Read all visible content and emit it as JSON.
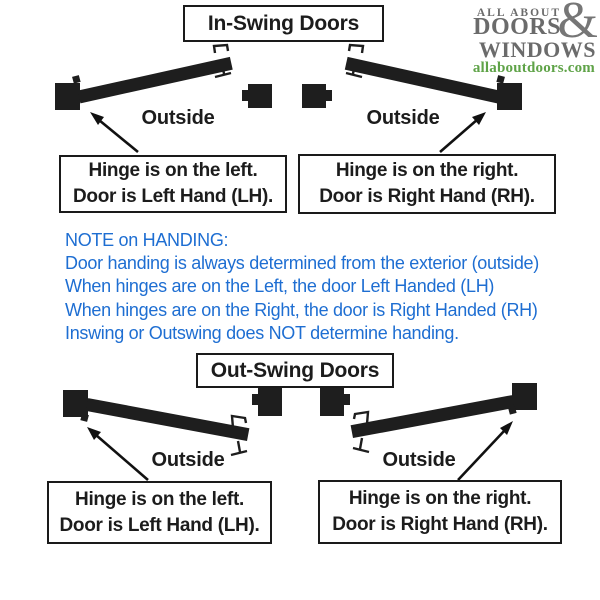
{
  "logo": {
    "line1": "ALL ABOUT",
    "ampersand": "&",
    "line2": "DOORS",
    "line3": "WINDOWS",
    "website": "allaboutdoors.com"
  },
  "colors": {
    "note_blue": "#1e6ed2",
    "logo_gray": "#6b6b6b",
    "logo_green": "#5fa348",
    "diagram_black": "#1e1e1e"
  },
  "in_swing": {
    "title": "In-Swing Doors",
    "left_outside_label": "Outside",
    "right_outside_label": "Outside",
    "left_caption": {
      "line1": "Hinge is on the left.",
      "line2": "Door is Left Hand (LH)."
    },
    "right_caption": {
      "line1": "Hinge is on the right.",
      "line2": "Door is Right Hand (RH)."
    }
  },
  "note": {
    "lines": [
      "NOTE on HANDING:",
      "Door handing is always determined from the exterior (outside)",
      "When hinges are on the Left, the door Left Handed (LH)",
      "When hinges are on the Right, the door is Right Handed (RH)",
      "Inswing or Outswing does NOT determine handing."
    ]
  },
  "out_swing": {
    "title": "Out-Swing Doors",
    "left_outside_label": "Outside",
    "right_outside_label": "Outside",
    "left_caption": {
      "line1": "Hinge is on the left.",
      "line2": "Door is Left Hand (LH)."
    },
    "right_caption": {
      "line1": "Hinge is on the right.",
      "line2": "Door is Right Hand (RH)."
    }
  }
}
